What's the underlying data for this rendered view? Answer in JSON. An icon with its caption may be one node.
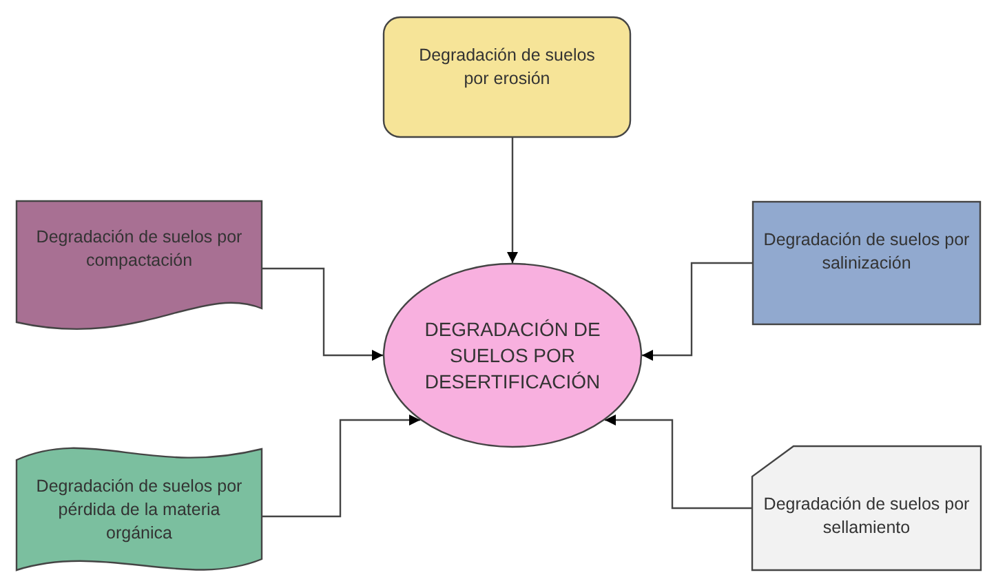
{
  "diagram": {
    "nodes": [
      {
        "text": [
          "Degradación de suelos por erosión"
        ]
      },
      {
        "text": [
          "Degradación de suelos por compactación"
        ]
      },
      {
        "text": [
          "DEGRADACIÓN DE SUELOS POR DESERTIFICACIÓN"
        ]
      },
      {
        "text": [
          "Degradación de suelos por salinización"
        ]
      },
      {
        "text": [
          "Degradación de suelos por pérdida de la materia orgánica"
        ]
      },
      {
        "text": [
          "Degradación de suelos por sellamiento"
        ]
      }
    ],
    "edges": [
      {
        "from": 0,
        "to": 2,
        "arrow": "to"
      },
      {
        "from": 1,
        "to": 2,
        "arrow": "to"
      },
      {
        "from": 3,
        "to": 2,
        "arrow": "to"
      },
      {
        "from": 4,
        "to": 2,
        "arrow": "to"
      },
      {
        "from": 5,
        "to": 2,
        "arrow": "to"
      }
    ]
  }
}
